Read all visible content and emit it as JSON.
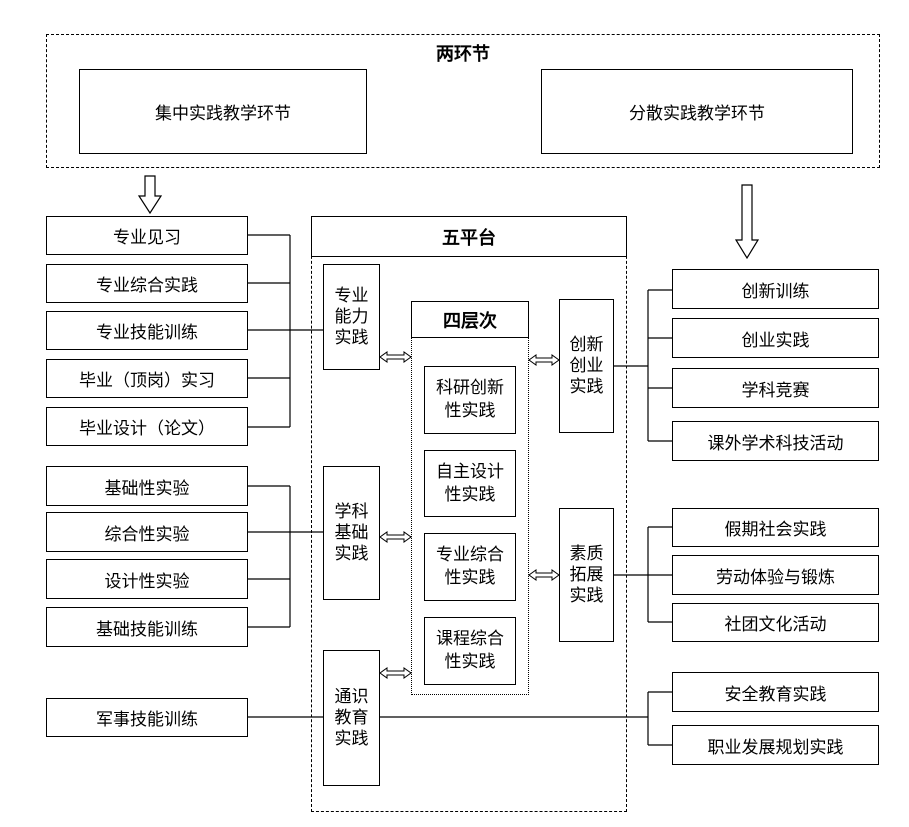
{
  "two_links": {
    "title": "两环节",
    "concentrated": "集中实践教学环节",
    "dispersed": "分散实践教学环节"
  },
  "five_platforms": {
    "title": "五平台",
    "professional_ability": "专业\n能力\n实践",
    "discipline_basic": "学科\n基础\n实践",
    "general_education": "通识\n教育\n实践",
    "innovation_entrepreneurship": "创新\n创业\n实践",
    "quality_expansion": "素质\n拓展\n实践"
  },
  "four_levels": {
    "title": "四层次",
    "items": [
      "科研创新\n性实践",
      "自主设计\n性实践",
      "专业综合\n性实践",
      "课程综合\n性实践"
    ]
  },
  "left_groups": {
    "professional": [
      "专业见习",
      "专业综合实践",
      "专业技能训练",
      "毕业（顶岗）实习",
      "毕业设计（论文）"
    ],
    "experiments": [
      "基础性实验",
      "综合性实验",
      "设计性实验",
      "基础技能训练"
    ],
    "military": "军事技能训练"
  },
  "right_groups": {
    "innovation": [
      "创新训练",
      "创业实践",
      "学科竞赛",
      "课外学术科技活动"
    ],
    "quality": [
      "假期社会实践",
      "劳动体验与锻炼",
      "社团文化活动"
    ],
    "general": [
      "安全教育实践",
      "职业发展规划实践"
    ]
  }
}
